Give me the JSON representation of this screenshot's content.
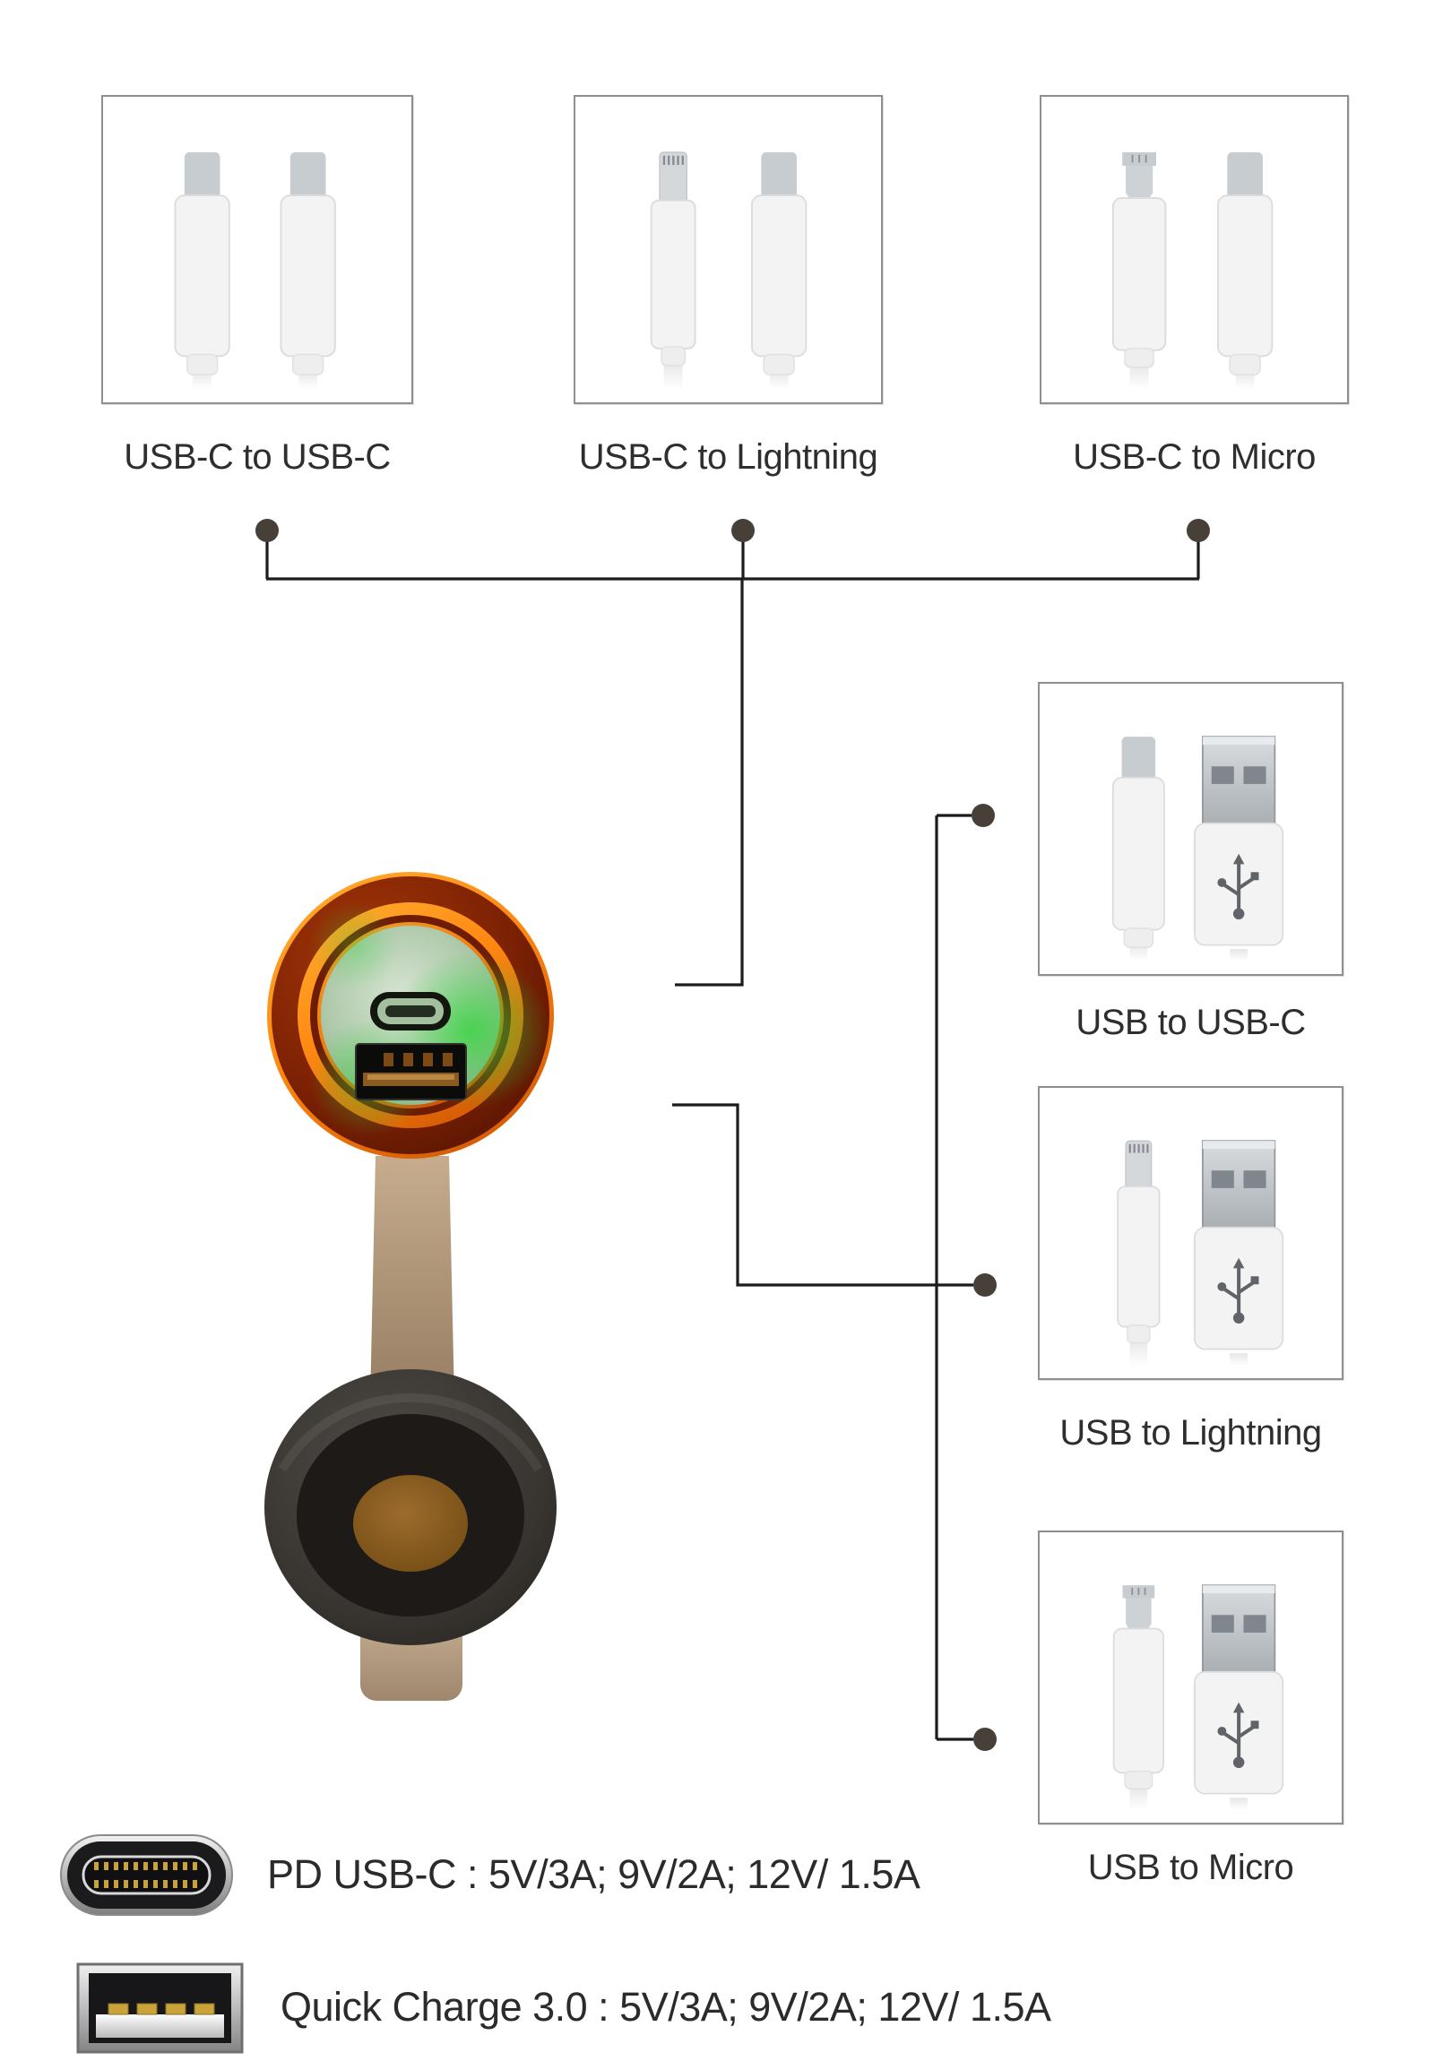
{
  "top_cables": [
    {
      "label": "USB-C to USB-C",
      "connectors": [
        "usbc",
        "usbc"
      ],
      "icon": "usbc-to-usbc-cable-image"
    },
    {
      "label": "USB-C to Lightning",
      "connectors": [
        "lightning",
        "usbc"
      ],
      "icon": "usbc-to-lightning-cable-image"
    },
    {
      "label": "USB-C to Micro",
      "connectors": [
        "micro",
        "usbc"
      ],
      "icon": "usbc-to-micro-cable-image"
    }
  ],
  "right_cables": [
    {
      "label": "USB to USB-C",
      "connectors": [
        "usbc",
        "usba"
      ],
      "icon": "usb-to-usbc-cable-image"
    },
    {
      "label": "USB to Lightning",
      "connectors": [
        "lightning",
        "usba"
      ],
      "icon": "usb-to-lightning-cable-image"
    },
    {
      "label": "USB to Micro",
      "connectors": [
        "micro",
        "usba"
      ],
      "icon": "usb-to-micro-cable-image"
    }
  ],
  "specs": [
    {
      "icon": "usb-c-port-icon",
      "label": "PD USB-C : 5V/3A; 9V/2A; 12V/ 1.5A"
    },
    {
      "icon": "usb-a-port-icon",
      "label": "Quick Charge 3.0 : 5V/3A; 9V/2A; 12V/ 1.5A"
    }
  ],
  "device": {
    "icon": "car-charger-photo",
    "ports": [
      "USB-C",
      "USB-A"
    ]
  },
  "colors": {
    "background": "#ffffff",
    "line": "#1c1c1c",
    "dot": "#474038",
    "box_border": "#8f8f8f",
    "label_text": "#2e2e2e",
    "charger_ring_orange": "#ff8912",
    "charger_led_green": "#2ed632",
    "pin_gold": "#c9a23c"
  }
}
